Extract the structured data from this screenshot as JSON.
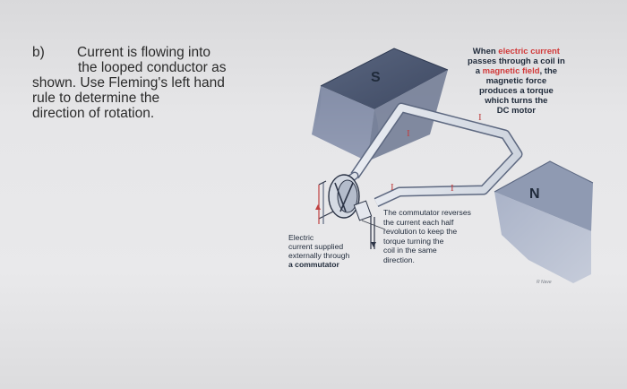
{
  "question": {
    "part": "b)",
    "line1": "Current is flowing into",
    "line2": "the looped conductor as",
    "line3": "shown. Use Fleming's left  hand",
    "line4": "rule to determine the",
    "line5": "direction of rotation."
  },
  "diagram": {
    "south_label": "S",
    "north_label": "N",
    "current_mark_1": "I",
    "current_mark_2": "I",
    "current_mark_3": "I",
    "current_mark_4": "I",
    "note_top": {
      "l1_a": "When ",
      "l1_b": "electric current",
      "l2_a": "passes through a  coil in",
      "l3_a": "a ",
      "l3_b": "magnetic field",
      "l3_c": ", the",
      "l4": "magnetic force",
      "l5": "produces a torque",
      "l6": "which turns the",
      "l7": "DC motor"
    },
    "note_commutator": [
      "The commutator reverses",
      "the current each half",
      "revolution to keep the",
      "torque turning the",
      "coil in the same",
      "direction."
    ],
    "note_electric": {
      "l1": "Electric",
      "l2": "current supplied",
      "l3": "externally through",
      "l4": "a commutator"
    },
    "credit": "R Nave"
  }
}
